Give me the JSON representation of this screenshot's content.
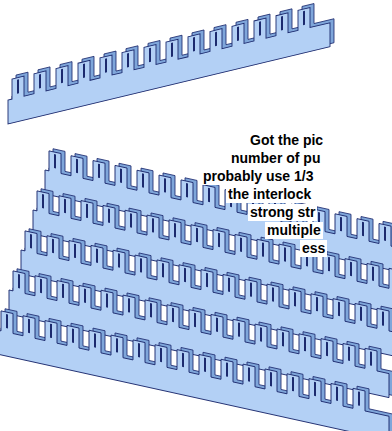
{
  "diagram": {
    "labels": [
      "Got the pic",
      "number of pu",
      "probably use 1/3",
      "the interlock",
      "strong str",
      "multiple",
      "ess"
    ]
  }
}
